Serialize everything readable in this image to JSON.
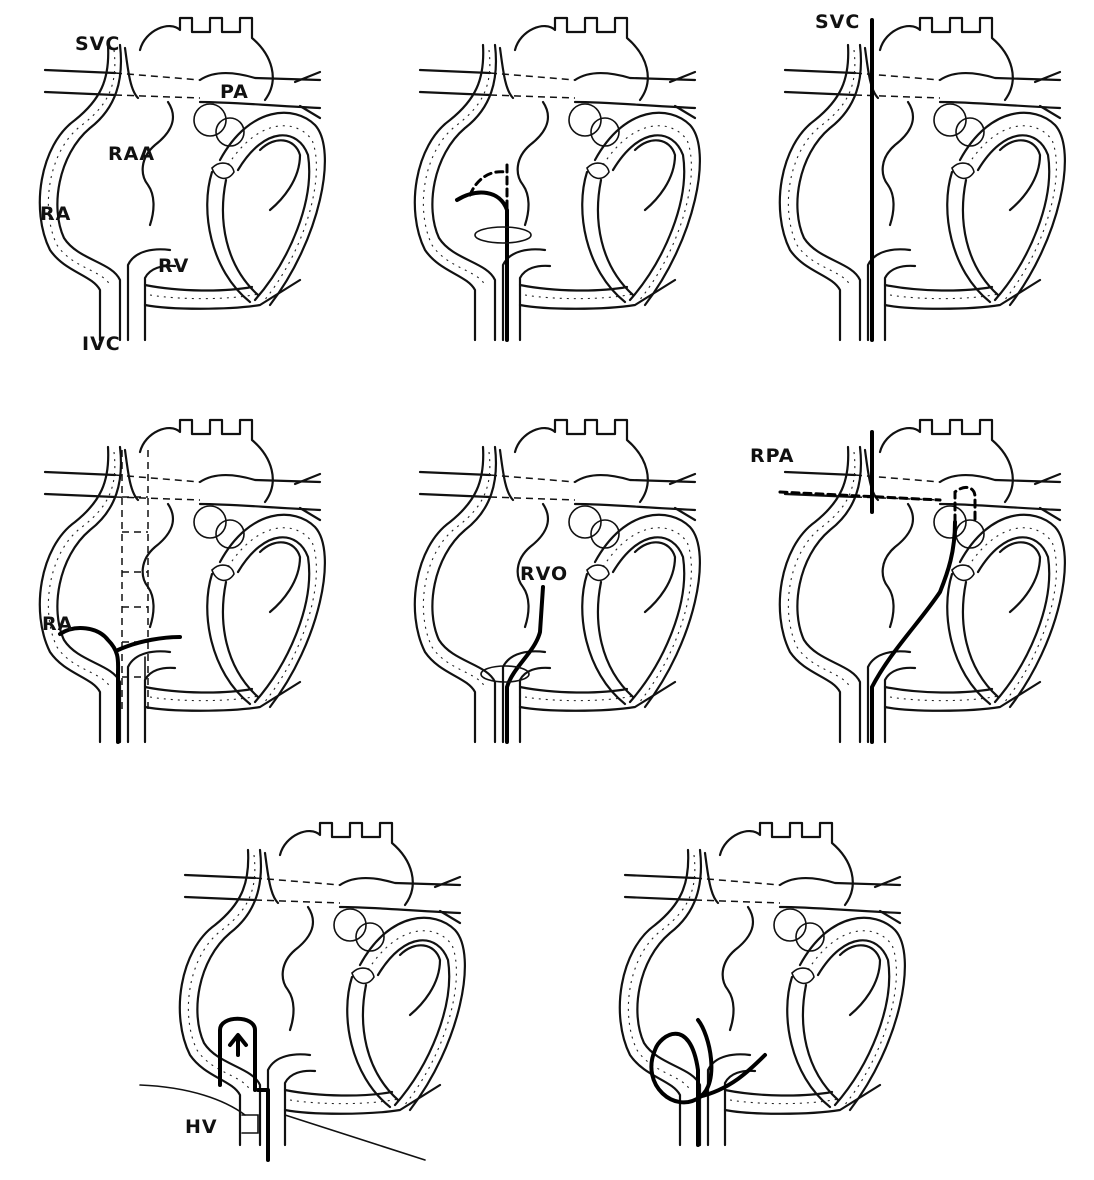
{
  "panels": [
    {
      "labels": {
        "svc": "SVC",
        "pa": "PA",
        "raa": "RAA",
        "ra": "RA",
        "rv": "RV",
        "ivc": "IVC"
      }
    },
    {
      "labels": {}
    },
    {
      "labels": {
        "svc": "SVC"
      }
    },
    {
      "labels": {
        "ra": "RA"
      }
    },
    {
      "labels": {
        "rvo": "RVO"
      }
    },
    {
      "labels": {
        "rpa": "RPA"
      }
    },
    {
      "labels": {
        "hv": "HV"
      }
    },
    {
      "labels": {}
    }
  ]
}
